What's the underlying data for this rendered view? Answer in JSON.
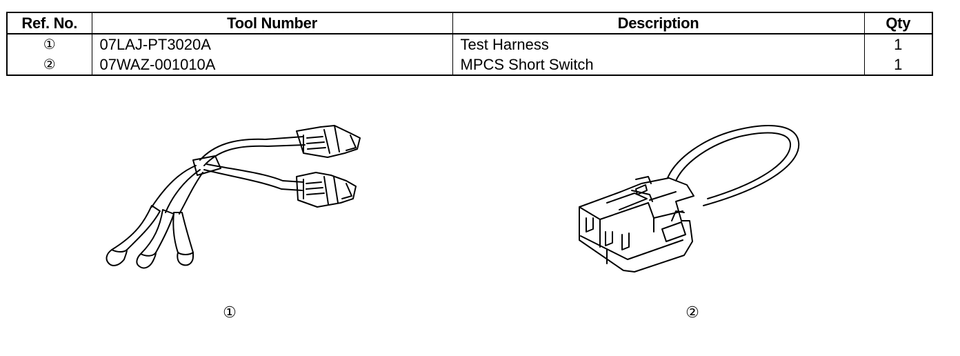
{
  "table": {
    "headers": {
      "ref": "Ref. No.",
      "tool": "Tool Number",
      "description": "Description",
      "qty": "Qty"
    },
    "rows": [
      {
        "ref": "①",
        "tool": "07LAJ-PT3020A",
        "description": "Test Harness",
        "qty": "1"
      },
      {
        "ref": "②",
        "tool": "07WAZ-001010A",
        "description": "MPCS Short Switch",
        "qty": "1"
      }
    ]
  },
  "figures": [
    {
      "label": "①",
      "icon": "test-harness-illustration"
    },
    {
      "label": "②",
      "icon": "short-switch-illustration"
    }
  ]
}
